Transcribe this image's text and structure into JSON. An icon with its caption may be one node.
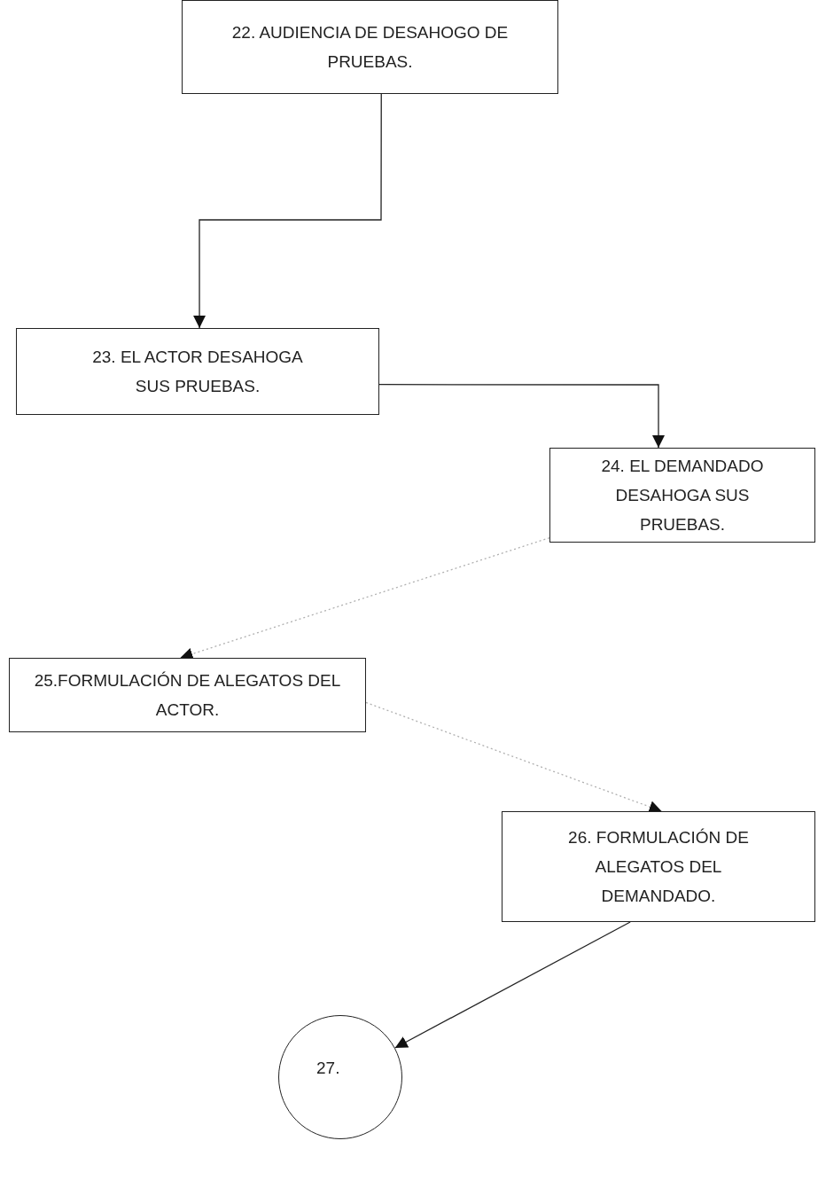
{
  "diagram": {
    "nodes": [
      {
        "text": [
          "22. AUDIENCIA DE DESAHOGO DE PRUEBAS."
        ]
      },
      {
        "text": [
          "23. EL ACTOR DESAHOGA SUS PRUEBAS."
        ]
      },
      {
        "text": [
          "24. EL DEMANDADO DESAHOGA SUS PRUEBAS."
        ]
      },
      {
        "text": [
          "25.FORMULACIÓN DE ALEGATOS DEL ACTOR."
        ]
      },
      {
        "text": [
          "26. FORMULACIÓN DE ALEGATOS DEL DEMANDADO."
        ]
      },
      {
        "text": [
          "27."
        ]
      }
    ],
    "edges": [
      {
        "from": 0,
        "to": 1,
        "arrow": "to"
      },
      {
        "from": 1,
        "to": 2,
        "arrow": "to"
      },
      {
        "from": 2,
        "to": 3,
        "arrow": "to",
        "style": "dashed",
        "color": "#b0b0b0"
      },
      {
        "from": 3,
        "to": 4,
        "arrow": "to",
        "style": "dashed",
        "color": "#b0b0b0"
      },
      {
        "from": 4,
        "to": 5,
        "arrow": "to"
      }
    ]
  }
}
